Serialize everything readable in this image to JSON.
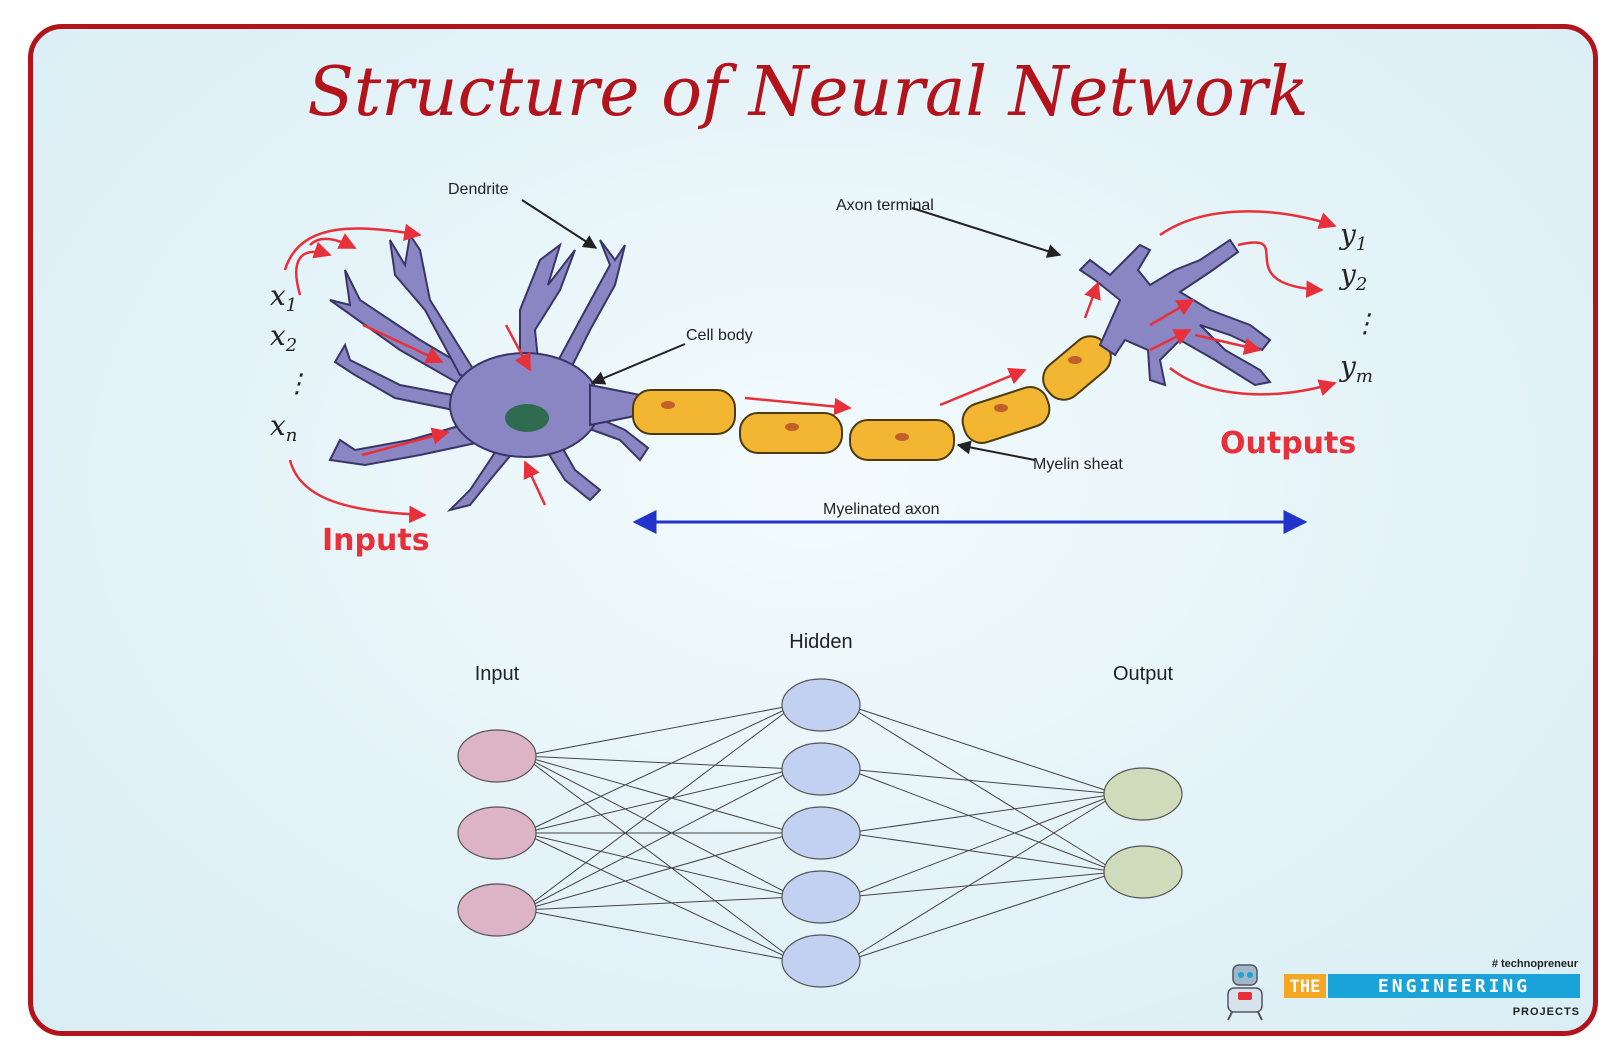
{
  "title": "Structure of Neural Network",
  "neuron": {
    "labels": {
      "dendrite": "Dendrite",
      "cell_body": "Cell body",
      "axon_terminal": "Axon terminal",
      "myelin_sheat": "Myelin sheat",
      "myelinated_axon": "Myelinated axon"
    },
    "inputs_heading": "Inputs",
    "outputs_heading": "Outputs",
    "input_symbols": [
      "x1",
      "x2",
      "⋮",
      "xn"
    ],
    "output_symbols": [
      "y1",
      "y2",
      "⋮",
      "ym"
    ],
    "colors": {
      "neuron_body": "#8a86c4",
      "myelin": "#f2b632",
      "nucleus": "#2f6b4f",
      "signal_arrows": "#e8303a",
      "axon_span_arrow": "#2233cc"
    }
  },
  "network": {
    "layers": [
      {
        "name": "Input",
        "node_count": 3,
        "color": "#dcb4c6"
      },
      {
        "name": "Hidden",
        "node_count": 5,
        "color": "#c2d1f1"
      },
      {
        "name": "Output",
        "node_count": 2,
        "color": "#cfdcbc"
      }
    ],
    "connections": "fully-connected"
  },
  "branding": {
    "hashtag": "# technopreneur",
    "word1": "THE",
    "word2": "ENGINEERING",
    "word3": "PROJECTS",
    "colors": {
      "badge_orange": "#f5a623",
      "badge_blue": "#1aa3d9"
    }
  },
  "frame_color": "#b3131b"
}
